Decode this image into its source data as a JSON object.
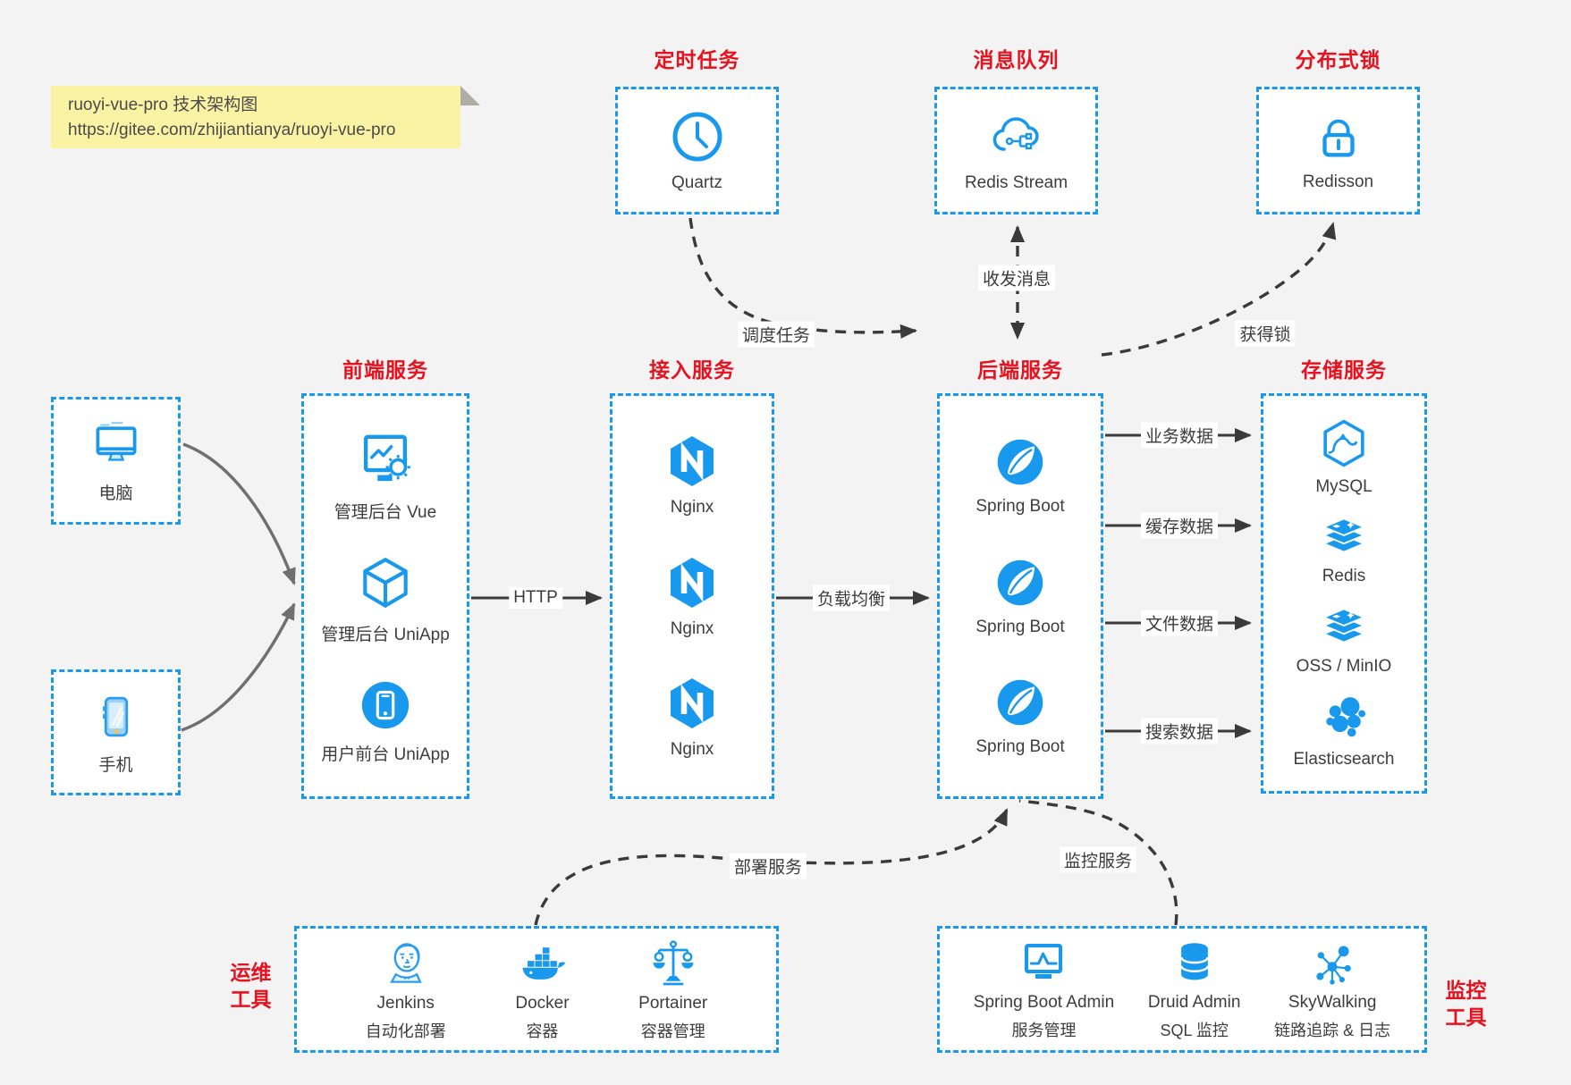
{
  "note": {
    "line1": "ruoyi-vue-pro 技术架构图",
    "line2": "https://gitee.com/zhijiantianya/ruoyi-vue-pro"
  },
  "top_groups": [
    {
      "title": "定时任务",
      "item": {
        "label": "Quartz",
        "icon": "clock-icon"
      }
    },
    {
      "title": "消息队列",
      "item": {
        "label": "Redis Stream",
        "icon": "cloud-stream-icon"
      }
    },
    {
      "title": "分布式锁",
      "item": {
        "label": "Redisson",
        "icon": "lock-icon"
      }
    }
  ],
  "clients": [
    {
      "label": "电脑",
      "icon": "desktop-icon"
    },
    {
      "label": "手机",
      "icon": "phone-icon"
    }
  ],
  "columns": [
    {
      "title": "前端服务",
      "items": [
        {
          "label": "管理后台 Vue",
          "icon": "admin-vue-icon"
        },
        {
          "label": "管理后台 UniApp",
          "icon": "uniapp-cube-icon"
        },
        {
          "label": "用户前台 UniApp",
          "icon": "user-uniapp-icon"
        }
      ]
    },
    {
      "title": "接入服务",
      "items": [
        {
          "label": "Nginx",
          "icon": "nginx-icon"
        },
        {
          "label": "Nginx",
          "icon": "nginx-icon"
        },
        {
          "label": "Nginx",
          "icon": "nginx-icon"
        }
      ]
    },
    {
      "title": "后端服务",
      "items": [
        {
          "label": "Spring Boot",
          "icon": "spring-boot-icon"
        },
        {
          "label": "Spring Boot",
          "icon": "spring-boot-icon"
        },
        {
          "label": "Spring Boot",
          "icon": "spring-boot-icon"
        }
      ]
    },
    {
      "title": "存储服务",
      "items": [
        {
          "label": "MySQL",
          "icon": "mysql-icon"
        },
        {
          "label": "Redis",
          "icon": "redis-icon"
        },
        {
          "label": "OSS / MinIO",
          "icon": "oss-icon"
        },
        {
          "label": "Elasticsearch",
          "icon": "elasticsearch-icon"
        }
      ]
    }
  ],
  "bottom_groups": [
    {
      "title_line1": "运维",
      "title_line2": "工具",
      "items": [
        {
          "name": "Jenkins",
          "desc": "自动化部署",
          "icon": "jenkins-icon"
        },
        {
          "name": "Docker",
          "desc": "容器",
          "icon": "docker-icon"
        },
        {
          "name": "Portainer",
          "desc": "容器管理",
          "icon": "portainer-icon"
        }
      ]
    },
    {
      "title_line1": "监控",
      "title_line2": "工具",
      "items": [
        {
          "name": "Spring Boot Admin",
          "desc": "服务管理",
          "icon": "spring-boot-admin-icon"
        },
        {
          "name": "Druid Admin",
          "desc": "SQL 监控",
          "icon": "druid-icon"
        },
        {
          "name": "SkyWalking",
          "desc": "链路追踪 & 日志",
          "icon": "skywalking-icon"
        }
      ]
    }
  ],
  "edge_labels": {
    "schedule": "调度任务",
    "message": "收发消息",
    "lock": "获得锁",
    "http": "HTTP",
    "load_balance": "负载均衡",
    "business": "业务数据",
    "cache": "缓存数据",
    "file": "文件数据",
    "search": "搜索数据",
    "deploy": "部署服务",
    "monitor": "监控服务"
  },
  "colors": {
    "accent_blue": "#1899ee",
    "title_red": "#e8111e",
    "note_bg": "#fbf3a4",
    "arrow_dark": "#3a3a3a",
    "arrow_gray": "#707070",
    "background": "#f3f3f4"
  }
}
